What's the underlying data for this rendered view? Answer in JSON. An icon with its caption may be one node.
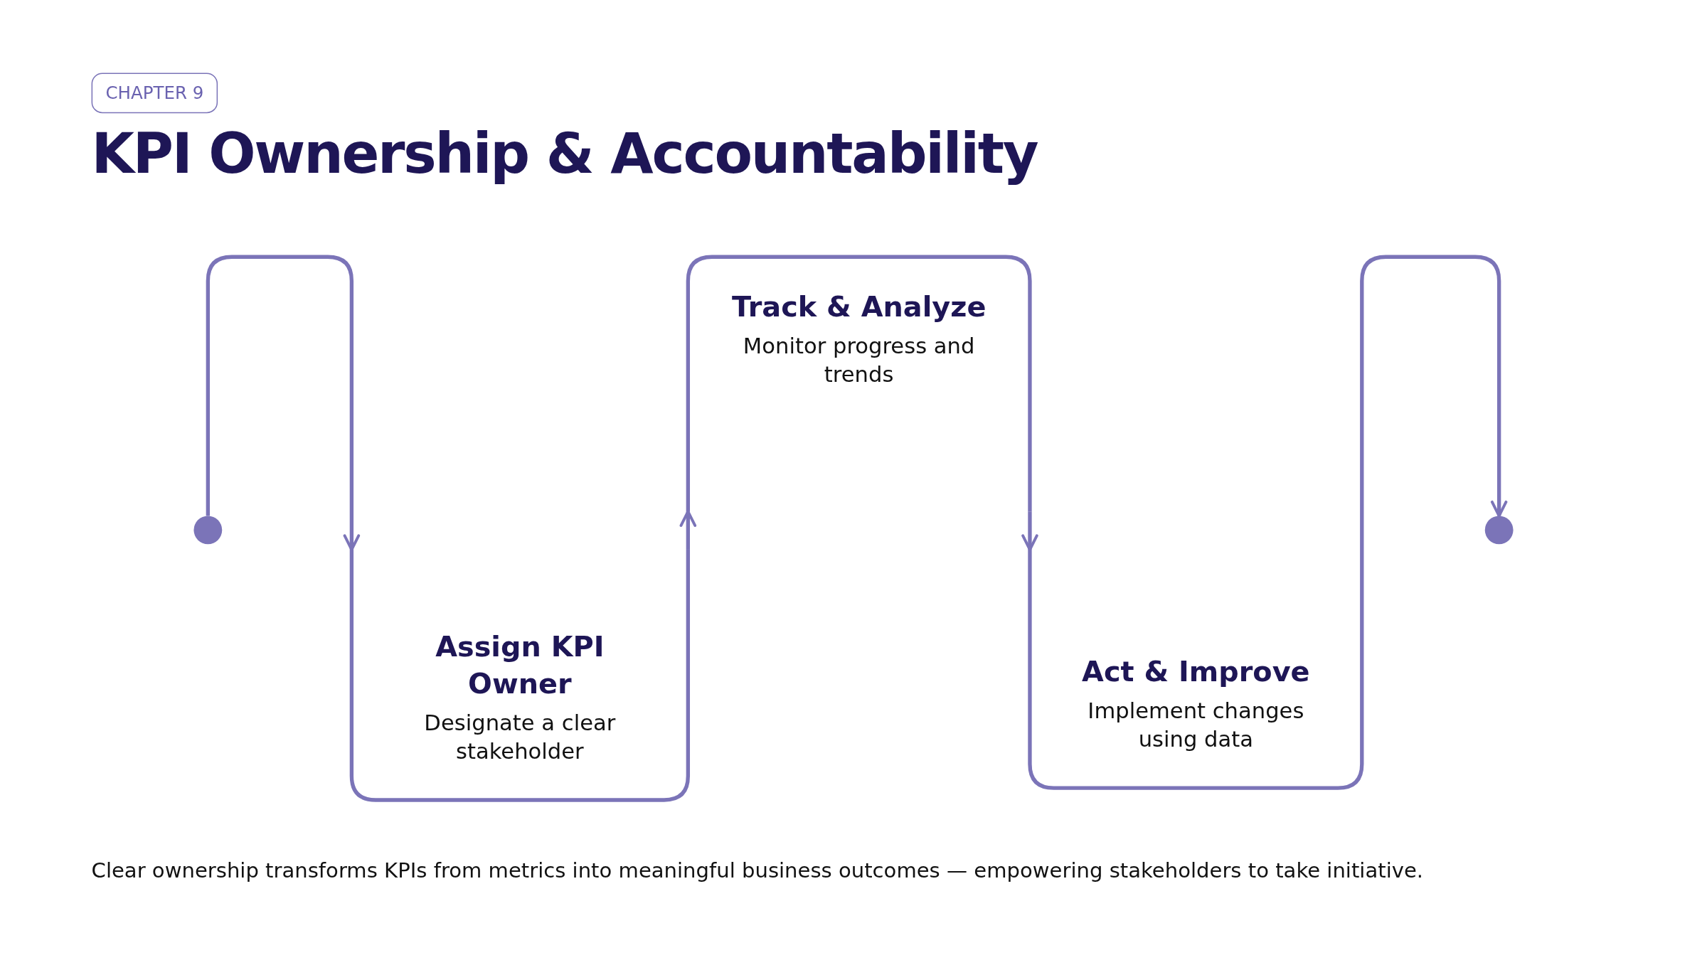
{
  "diagram": {
    "title": "KPI Ownership & Accountability",
    "caption": "Clear ownership transforms KPIs from metrics into meaningful business outcomes — empowering stakeholders to take initiative.",
    "nodes": [
      {
        "text": [],
        "shape": "circle"
      },
      {
        "text": [
          "Assign KPI Owner",
          "Designate a clear stakeholder"
        ]
      },
      {
        "text": [
          "Track & Analyze",
          "Monitor progress and trends"
        ]
      },
      {
        "text": [
          "Act & Improve",
          "Implement changes using data"
        ]
      },
      {
        "text": [],
        "shape": "circle"
      }
    ],
    "edges": [
      {
        "from": 0,
        "to": 1,
        "arrow": "to"
      },
      {
        "from": 1,
        "to": 2,
        "arrow": "to"
      },
      {
        "from": 2,
        "to": 3,
        "arrow": "to"
      },
      {
        "from": 3,
        "to": 4,
        "arrow": "to"
      }
    ],
    "labels": [
      "CHAPTER 9"
    ]
  }
}
